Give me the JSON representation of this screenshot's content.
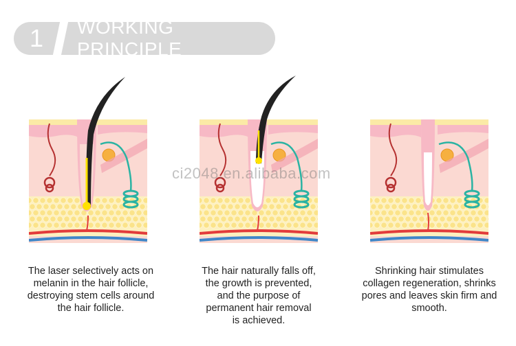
{
  "header": {
    "number": "1",
    "title": "WORKING PRINCIPLE"
  },
  "watermark": "ci2048.en.alibaba.com",
  "colors": {
    "skin_top": "#f7b9c5",
    "skin_body": "#fbd9d2",
    "fat": "#fbeaa6",
    "hair": "#222222",
    "artery": "#e23b3b",
    "vein": "#3f87c9",
    "gland": "#2ab3a3",
    "follicle": "#ffffff"
  },
  "panels": [
    {
      "stage": "laser",
      "caption": "The laser selectively acts on\nmelanin in the hair follicle,\ndestroying stem cells around\nthe hair follicle."
    },
    {
      "stage": "falling",
      "caption": "The hair naturally falls off,\nthe growth is prevented,\nand the purpose of\npermanent hair removal\nis achieved."
    },
    {
      "stage": "shrinking",
      "caption": "Shrinking hair stimulates\ncollagen regeneration, shrinks\npores and leaves skin firm and\nsmooth."
    }
  ]
}
